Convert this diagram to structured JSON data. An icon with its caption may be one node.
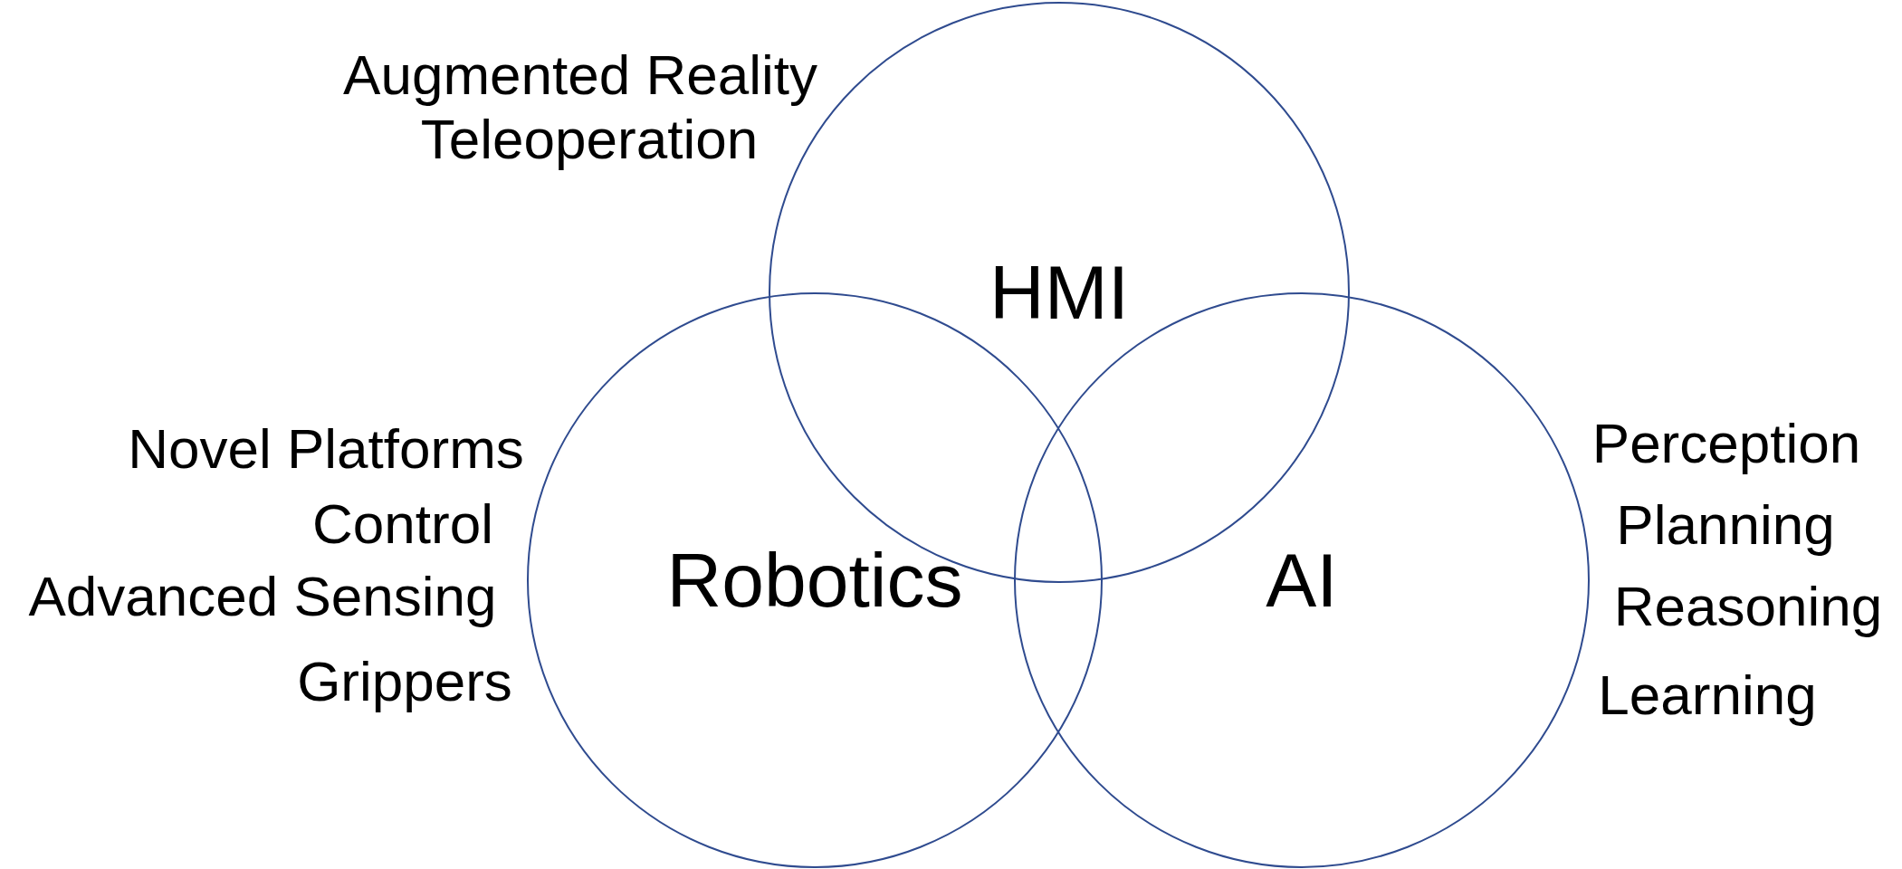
{
  "diagram": {
    "nodes": [
      {
        "text": [
          "HMI"
        ],
        "beside": [
          "Augmented Reality",
          "Teleoperation"
        ]
      },
      {
        "text": [
          "Robotics"
        ],
        "beside": [
          "Novel Platforms",
          "Control",
          "Advanced Sensing",
          "Grippers"
        ]
      },
      {
        "text": [
          "AI"
        ],
        "beside": [
          "Perception",
          "Planning",
          "Reasoning",
          "Learning"
        ]
      }
    ]
  }
}
